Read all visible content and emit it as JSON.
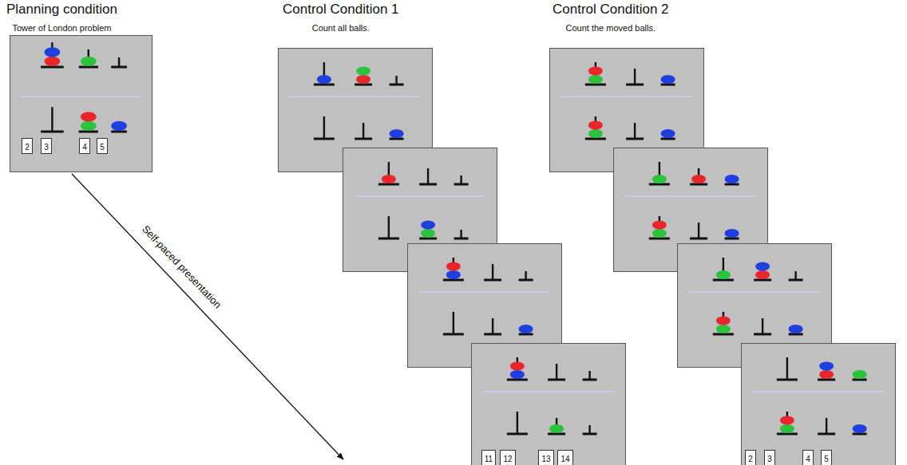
{
  "diagram": {
    "nodes": [
      {
        "text": [
          "Planning condition",
          "Tower of London problem"
        ]
      },
      {
        "text": [
          "2"
        ],
        "in": 0
      },
      {
        "text": [
          "3"
        ],
        "in": 0
      },
      {
        "text": [
          "4"
        ],
        "in": 0
      },
      {
        "text": [
          "5"
        ],
        "in": 0
      },
      {
        "text": [
          "Control Condition 1",
          "Count all balls."
        ]
      },
      {
        "text": [
          "11"
        ]
      },
      {
        "text": [
          "12"
        ]
      },
      {
        "text": [
          "13"
        ]
      },
      {
        "text": [
          "14"
        ]
      },
      {
        "text": [
          "Control Condition 2",
          "Count the moved balls."
        ]
      },
      {
        "text": [
          "2"
        ]
      },
      {
        "text": [
          "3"
        ]
      },
      {
        "text": [
          "4"
        ]
      },
      {
        "text": [
          "5"
        ]
      }
    ],
    "labels": [
      "Self-paced presentation"
    ]
  }
}
